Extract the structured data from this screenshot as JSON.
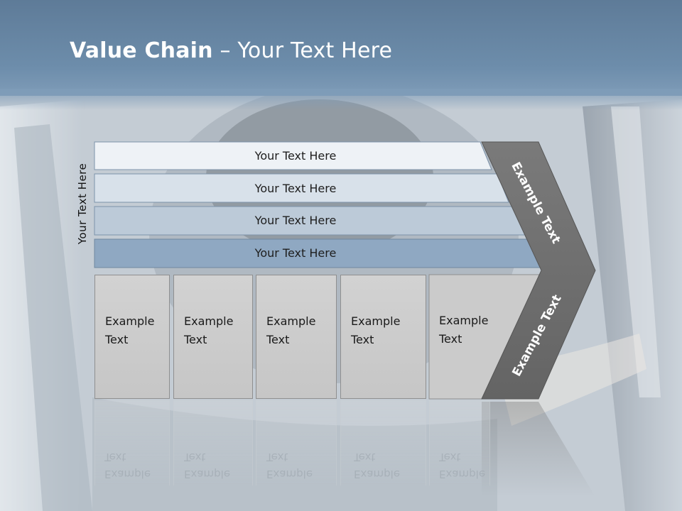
{
  "title": {
    "bold": "Value Chain",
    "rest": " – Your Text Here"
  },
  "side_label": "Your Text Here",
  "bands": [
    {
      "label": "Your Text Here",
      "color": "#eef2f6"
    },
    {
      "label": "Your Text Here",
      "color": "#d8e1ea"
    },
    {
      "label": "Your Text Here",
      "color": "#bccad8"
    },
    {
      "label": "Your Text Here",
      "color": "#8fa8c2"
    }
  ],
  "boxes": [
    {
      "label": "Example\nText"
    },
    {
      "label": "Example\nText"
    },
    {
      "label": "Example\nText"
    },
    {
      "label": "Example\nText"
    },
    {
      "label": "Example\nText"
    }
  ],
  "chevron": {
    "upper_label": "Example Text",
    "lower_label": "Example Text",
    "color": "#6f6f6f"
  }
}
